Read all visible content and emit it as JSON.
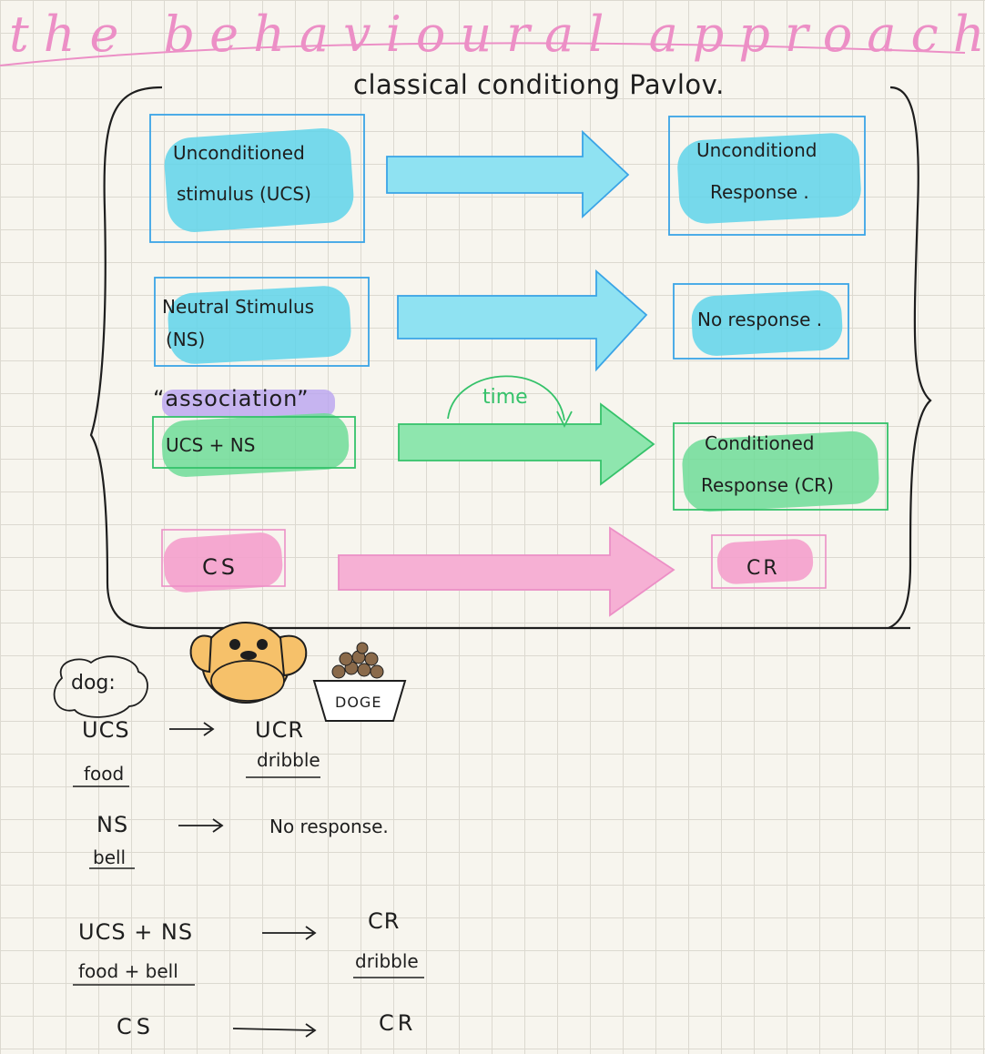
{
  "title": "the behavioural approach",
  "diagram": {
    "heading": "classical conditiong Pavlov.",
    "rows": [
      {
        "left": [
          "Unconditioned",
          "stimulus (UCS)"
        ],
        "right": [
          "Unconditiond",
          "Response ."
        ],
        "color": "#5fd4ea"
      },
      {
        "left": [
          "Neutral Stimulus",
          "(NS)"
        ],
        "right": [
          "No response ."
        ],
        "color": "#5fd4ea"
      },
      {
        "left": [
          "UCS   +   NS"
        ],
        "right": [
          "Conditioned",
          "Response (CR)"
        ],
        "color": "#6fdc98"
      },
      {
        "left": [
          "CS"
        ],
        "right": [
          "CR"
        ],
        "color": "#f4a0cc"
      }
    ],
    "association_label": "“association”",
    "time_label": "time",
    "accent_colors": {
      "blue": "#5fd4ea",
      "green": "#6fdc98",
      "pink": "#f4a0cc",
      "purple": "#b9a4f0",
      "orange": "#f6c16a"
    }
  },
  "example": {
    "bubble_label": "dog:",
    "bowl_label": "DOGE",
    "lines": [
      {
        "left": "UCS",
        "left_sub": "food",
        "right": "UCR",
        "right_sub": "dribble"
      },
      {
        "left": "NS",
        "left_sub": "bell",
        "right": "No response."
      },
      {
        "left": "UCS + NS",
        "left_sub": "food + bell",
        "right": "CR",
        "right_sub": "dribble"
      },
      {
        "left": "CS",
        "right": "CR"
      }
    ]
  }
}
